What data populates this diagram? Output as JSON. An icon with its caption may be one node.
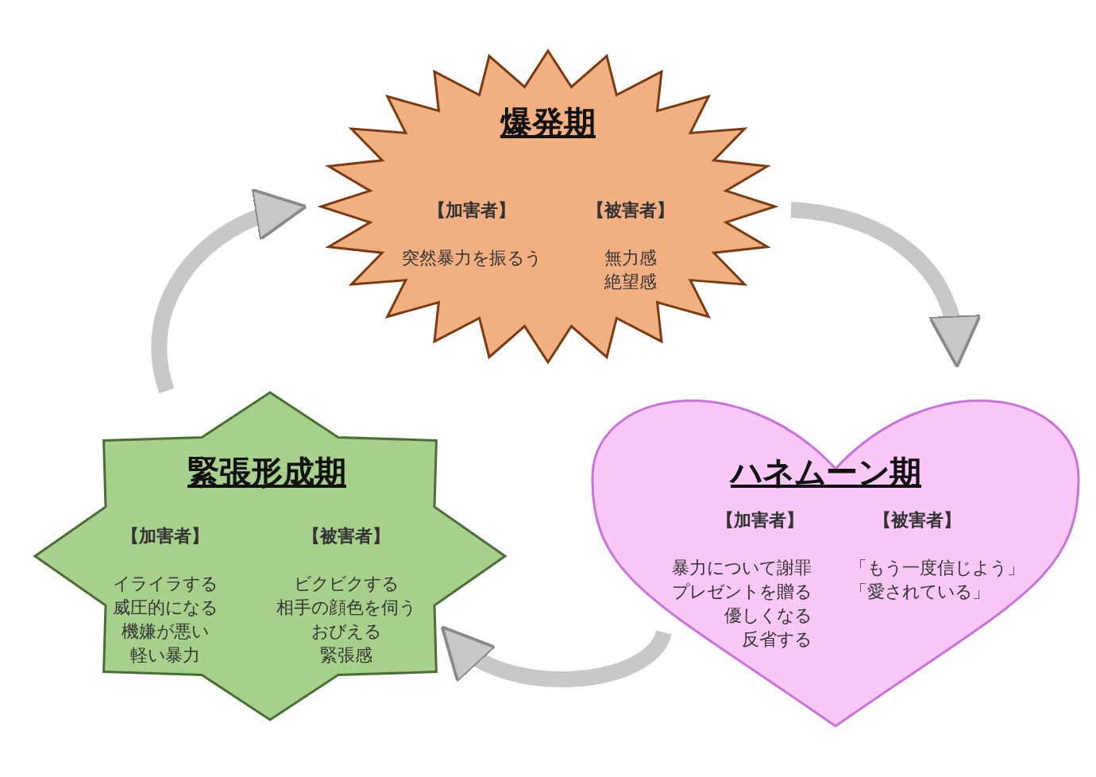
{
  "diagram": {
    "nodes": [
      {
        "text": [
          "爆発期",
          "【加害者】",
          "突然暴力を振るう",
          "【被害者】",
          "無力感",
          "絶望感"
        ]
      },
      {
        "text": [
          "ハネムーン期",
          "【加害者】",
          "暴力について謝罪",
          "プレゼントを贈る",
          "優しくなる",
          "反省する",
          "【被害者】",
          "「もう一度信じよう」",
          "「愛されている」"
        ]
      },
      {
        "text": [
          "緊張形成期",
          "【加害者】",
          "イライラする",
          "威圧的になる",
          "機嫌が悪い",
          "軽い暴力",
          "【被害者】",
          "ビクビクする",
          "相手の顔色を伺う",
          "おびえる",
          "緊張感"
        ]
      }
    ],
    "edges": [
      {
        "from": 0,
        "to": 1,
        "arrow": "to"
      },
      {
        "from": 1,
        "to": 2,
        "arrow": "to"
      },
      {
        "from": 2,
        "to": 0,
        "arrow": "to"
      }
    ]
  }
}
